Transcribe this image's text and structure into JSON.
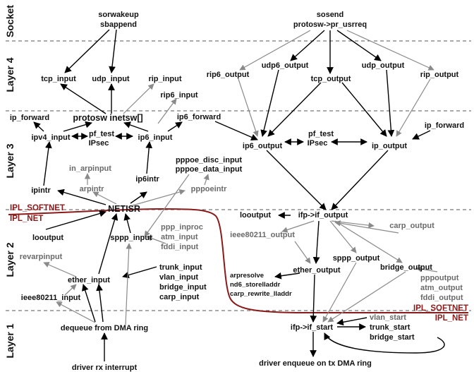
{
  "layers": [
    {
      "label": "Socket"
    },
    {
      "label": "Layer 4"
    },
    {
      "label": "Layer 3"
    },
    {
      "label": "Layer 2"
    },
    {
      "label": "Layer 1"
    }
  ],
  "ipl_labels": {
    "left_softnet": "IPL_SOFTNET",
    "left_net": "IPL_NET",
    "right_softnet": "IPL_SOFTNET",
    "right_net": "IPL_NET"
  },
  "nodes": {
    "sorwakeup": "sorwakeup",
    "sbappend": "sbappend",
    "sosend": "sosend",
    "pr_usrreq": "protosw->pr_usrreq",
    "tcp_input": "tcp_input",
    "udp_input": "udp_input",
    "rip_input": "rip_input",
    "rip6_input": "rip6_input",
    "rip6_output": "rip6_output",
    "udp6_output": "udp6_output",
    "tcp_output": "tcp_output",
    "udp_output": "udp_output",
    "rip_output": "rip_output",
    "ip_forward_l": "ip_forward",
    "inetsw": "protosw inetsw[]",
    "ip6_forward": "ip6_forward",
    "ipv4_input": "ipv4_input",
    "pf_test_l": "pf_test",
    "ipsec_l": "IPsec",
    "ip6_input": "ip6_input",
    "ip6_output": "ip6_output",
    "pf_test_r": "pf_test",
    "ipsec_r": "IPsec",
    "ip_output": "ip_output",
    "ip_forward_r": "ip_forward",
    "in_arpinput": "in_arpinput",
    "pppoe_disc_input": "pppoe_disc_input",
    "pppoe_data_input": "pppoe_data_input",
    "ipintr": "ipintr",
    "arpintr": "arpintr",
    "ip6intr": "ip6intr",
    "pppoeintr": "pppoeintr",
    "netisr": "NETISR",
    "looutput": "looutput",
    "if_output": "ifp->if_output",
    "loinput": "looutput",
    "sppp_input": "sppp_input",
    "ppp_inproc": "ppp_inproc",
    "atm_input": "atm_input",
    "fddi_input": "fddi_input",
    "ieee80211_output": "ieee80211_output",
    "carp_output": "carp_output",
    "revarpinput": "revarpinput",
    "ether_output": "ether_output",
    "ether_input": "ether_input",
    "trunk_input": "trunk_input",
    "vlan_input": "vlan_input",
    "bridge_input": "bridge_input",
    "carp_input": "carp_input",
    "arpresolve": "arpresolve",
    "nd6_storelladdr": "nd6_storelladdr",
    "carp_rewrite_lladdr": "carp_rewrite_lladdr",
    "sppp_output": "sppp_output",
    "bridge_output": "bridge_output",
    "pppoutput": "pppoutput",
    "atm_output": "atm_output",
    "fddi_output": "fddi_output",
    "ieee80211_input": "ieee80211_input",
    "dequeue": "dequeue from DMA ring",
    "if_start": "ifp->if_start",
    "vlan_start": "vlan_start",
    "trunk_start": "trunk_start",
    "bridge_start": "bridge_start",
    "driver_rx": "driver rx interrupt",
    "driver_tx": "driver enqueue on tx DMA ring"
  },
  "colors": {
    "ink": "#000000",
    "secondary": "#8a8a8a",
    "ipl_boundary": "#8b1a1a"
  }
}
